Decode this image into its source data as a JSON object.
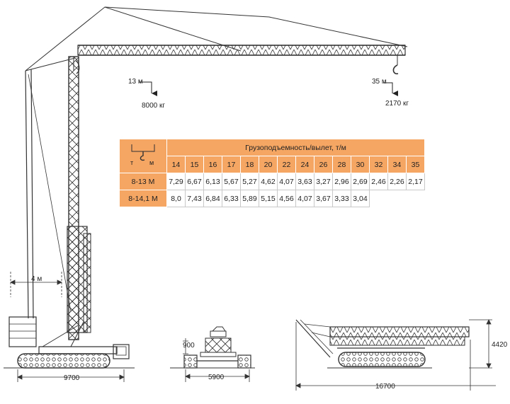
{
  "annotations": {
    "radius_min": "13 м",
    "load_min": "8000 кг",
    "radius_max": "35 м",
    "load_max": "2170 кг",
    "tower_width": "4 м",
    "base_length": "9700",
    "track_gauge_height": "900",
    "track_width": "5900",
    "transport_length": "16700",
    "transport_height": "4420"
  },
  "table": {
    "title": "Грузоподъемность/вылет, т/м",
    "icon_left": "т",
    "icon_right": "м",
    "radii": [
      "14",
      "15",
      "16",
      "17",
      "18",
      "20",
      "22",
      "24",
      "26",
      "28",
      "30",
      "32",
      "34",
      "35"
    ],
    "rows": [
      {
        "label": "8-13 М",
        "values": [
          "7,29",
          "6,67",
          "6,13",
          "5,67",
          "5,27",
          "4,62",
          "4,07",
          "3,63",
          "3,27",
          "2,96",
          "2,69",
          "2,46",
          "2,26",
          "2,17"
        ]
      },
      {
        "label": "8-14,1 М",
        "values": [
          "8,0",
          "7,43",
          "6,84",
          "6,33",
          "5,89",
          "5,15",
          "4,56",
          "4,07",
          "3,67",
          "3,33",
          "3,04"
        ]
      }
    ]
  },
  "colors": {
    "accent": "#f6a663",
    "line": "#333333"
  }
}
